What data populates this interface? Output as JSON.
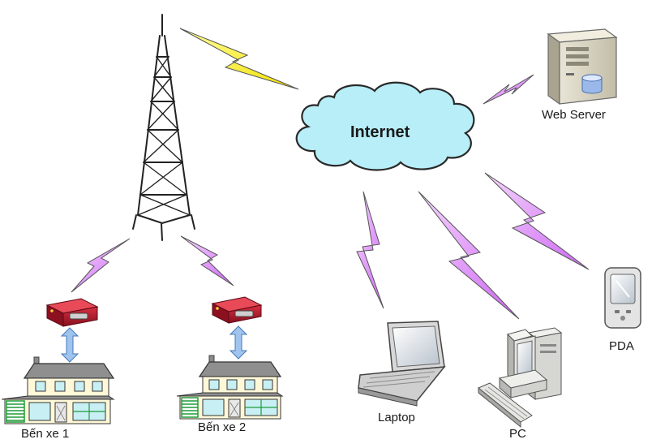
{
  "nodes": {
    "internet": "Internet",
    "web_server": "Web Server",
    "pda": "PDA",
    "pc": "PC",
    "laptop": "Laptop",
    "station_1": "Bến xe 1",
    "station_2": "Bến xe 2"
  },
  "colors": {
    "cloud_fill": "#b7eef7",
    "cloud_stroke": "#2a2a2a",
    "bolt_yellow": "#fff23a",
    "bolt_violet": "#e8a8f8",
    "tower": "#222222",
    "modem_red": "#b01828",
    "arrow_blue": "#9fc5ef",
    "house_roof": "#8a8a8a",
    "house_wall": "#fff8d8",
    "window_fill": "#c8f0f4",
    "green_trim": "#1f9a3a"
  }
}
